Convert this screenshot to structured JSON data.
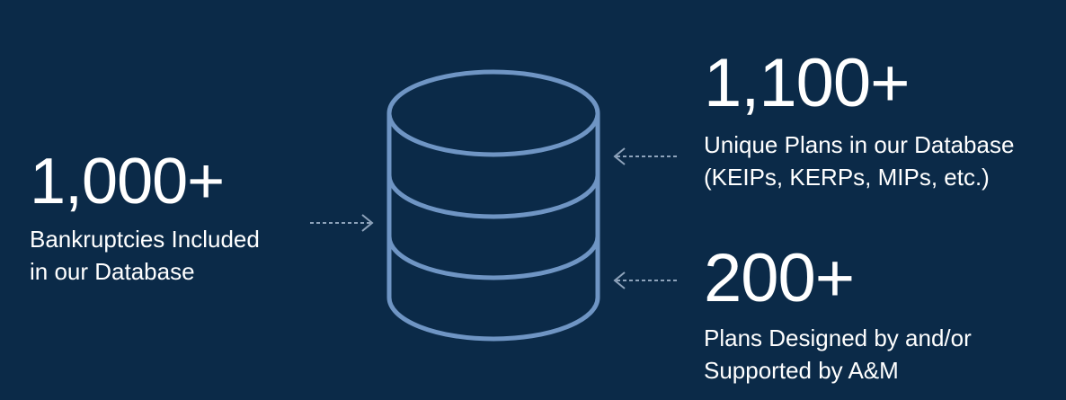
{
  "colors": {
    "background": "#0b2a48",
    "text": "#ffffff",
    "database_stroke": "#6f95c4",
    "arrow": "#8ea3bb"
  },
  "stats": {
    "left": {
      "number": "1,000+",
      "caption_line1": "Bankruptcies Included",
      "caption_line2": "in our Database"
    },
    "top_right": {
      "number": "1,100+",
      "caption_line1": "Unique Plans in our Database",
      "caption_line2": "(KEIPs, KERPs, MIPs, etc.)"
    },
    "bottom_right": {
      "number": "200+",
      "caption_line1": "Plans Designed by and/or",
      "caption_line2": "Supported by A&M"
    }
  },
  "icons": {
    "center": "database-icon",
    "left_arrow": "arrow-right-icon",
    "right_arrows": "arrow-left-icon"
  }
}
